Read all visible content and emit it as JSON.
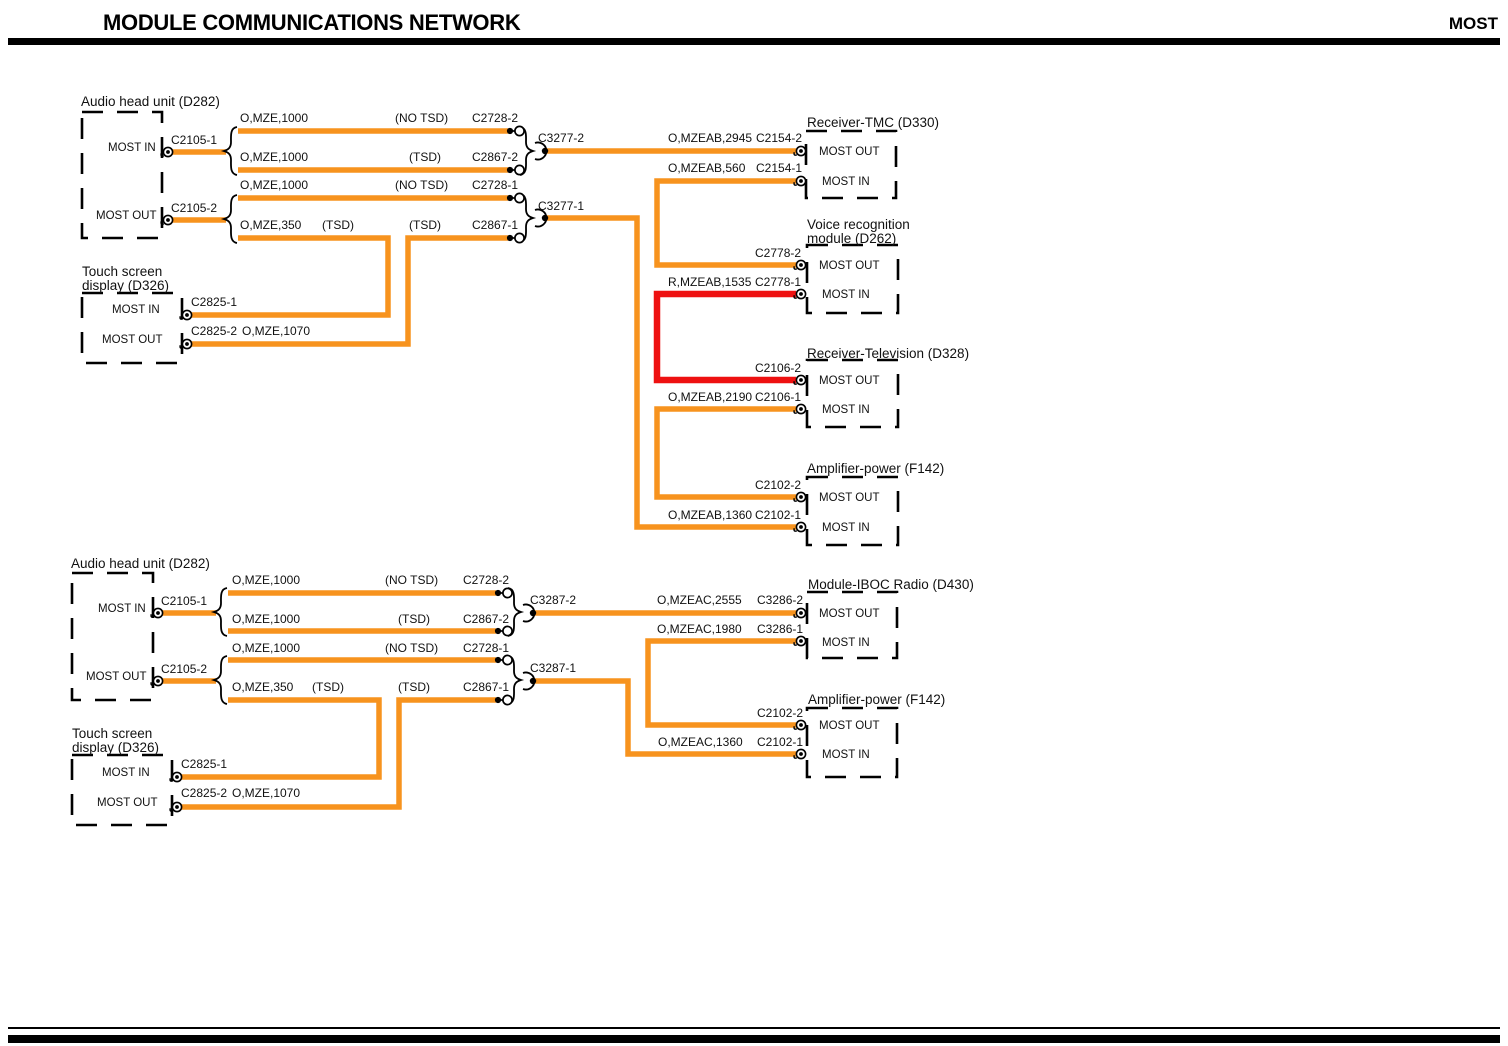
{
  "header": {
    "title": "MODULE COMMUNICATIONS NETWORK",
    "section": "MOST"
  },
  "colors": {
    "wire": "#F7931E",
    "special_wire": "#EE1111",
    "ink": "#000000"
  },
  "net1": {
    "head_unit": {
      "title": "Audio head unit (D282)",
      "in": "MOST IN",
      "out": "MOST OUT",
      "in_conn": "C2105-1",
      "out_conn": "C2105-2"
    },
    "rows": {
      "r1": {
        "circuit": "O,MZE,1000",
        "tag": "(NO TSD)",
        "conn": "C2728-2"
      },
      "r2": {
        "circuit": "O,MZE,1000",
        "tag": "(TSD)",
        "conn": "C2867-2"
      },
      "r3": {
        "circuit": "O,MZE,1000",
        "tag": "(NO TSD)",
        "conn": "C2728-1"
      },
      "r4": {
        "circuit": "O,MZE,350",
        "tag1": "(TSD)",
        "tag2": "(TSD)",
        "conn": "C2867-1"
      }
    },
    "inline_top": "C3277-2",
    "inline_bottom": "C3277-1",
    "touch": {
      "title1": "Touch screen",
      "title2": "display (D326)",
      "in": "MOST IN",
      "out": "MOST OUT",
      "in_conn": "C2825-1",
      "out_conn": "C2825-2",
      "out_circuit": "O,MZE,1070"
    },
    "tmc": {
      "title": "Receiver-TMC (D330)",
      "out": "MOST OUT",
      "in": "MOST IN",
      "out_circuit": "O,MZEAB,2945",
      "out_conn": "C2154-2",
      "in_circuit": "O,MZEAB,560",
      "in_conn": "C2154-1"
    },
    "voice": {
      "title1": "Voice recognition",
      "title2": "module (D262)",
      "out": "MOST OUT",
      "in": "MOST IN",
      "out_conn": "C2778-2",
      "in_circuit": "R,MZEAB,1535",
      "in_conn": "C2778-1"
    },
    "tv": {
      "title": "Receiver-Television (D328)",
      "out": "MOST OUT",
      "in": "MOST IN",
      "out_conn": "C2106-2",
      "in_circuit": "O,MZEAB,2190",
      "in_conn": "C2106-1"
    },
    "amp": {
      "title": "Amplifier-power (F142)",
      "out": "MOST OUT",
      "in": "MOST IN",
      "out_conn": "C2102-2",
      "in_circuit": "O,MZEAB,1360",
      "in_conn": "C2102-1"
    }
  },
  "net2": {
    "head_unit": {
      "title": "Audio head unit (D282)",
      "in": "MOST IN",
      "out": "MOST OUT",
      "in_conn": "C2105-1",
      "out_conn": "C2105-2"
    },
    "rows": {
      "r1": {
        "circuit": "O,MZE,1000",
        "tag": "(NO TSD)",
        "conn": "C2728-2"
      },
      "r2": {
        "circuit": "O,MZE,1000",
        "tag": "(TSD)",
        "conn": "C2867-2"
      },
      "r3": {
        "circuit": "O,MZE,1000",
        "tag": "(NO TSD)",
        "conn": "C2728-1"
      },
      "r4": {
        "circuit": "O,MZE,350",
        "tag1": "(TSD)",
        "tag2": "(TSD)",
        "conn": "C2867-1"
      }
    },
    "inline_top": "C3287-2",
    "inline_bottom": "C3287-1",
    "touch": {
      "title1": "Touch screen",
      "title2": "display (D326)",
      "in": "MOST IN",
      "out": "MOST OUT",
      "in_conn": "C2825-1",
      "out_conn": "C2825-2",
      "out_circuit": "O,MZE,1070"
    },
    "iboc": {
      "title": "Module-IBOC Radio (D430)",
      "out": "MOST OUT",
      "in": "MOST IN",
      "out_circuit": "O,MZEAC,2555",
      "out_conn": "C3286-2",
      "in_circuit": "O,MZEAC,1980",
      "in_conn": "C3286-1"
    },
    "amp": {
      "title": "Amplifier-power (F142)",
      "out": "MOST OUT",
      "in": "MOST IN",
      "out_conn": "C2102-2",
      "in_circuit": "O,MZEAC,1360",
      "in_conn": "C2102-1"
    }
  }
}
